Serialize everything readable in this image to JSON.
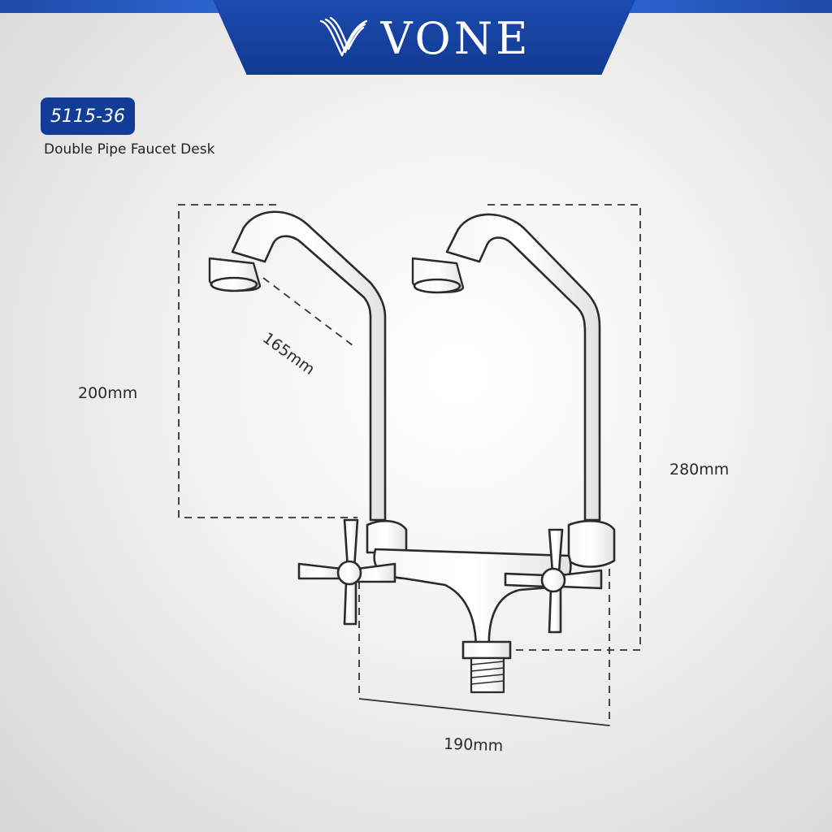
{
  "brand": {
    "name": "VONE",
    "logo_icon": "wave-v-logo-icon",
    "colors": {
      "primary": "#123d96",
      "accent": "#2f67d4"
    }
  },
  "product": {
    "model": "5115-36",
    "name": "Double Pipe Faucet Desk"
  },
  "dimensions": {
    "height": "200mm",
    "reach": "165mm",
    "total_height": "280mm",
    "width": "190mm"
  }
}
